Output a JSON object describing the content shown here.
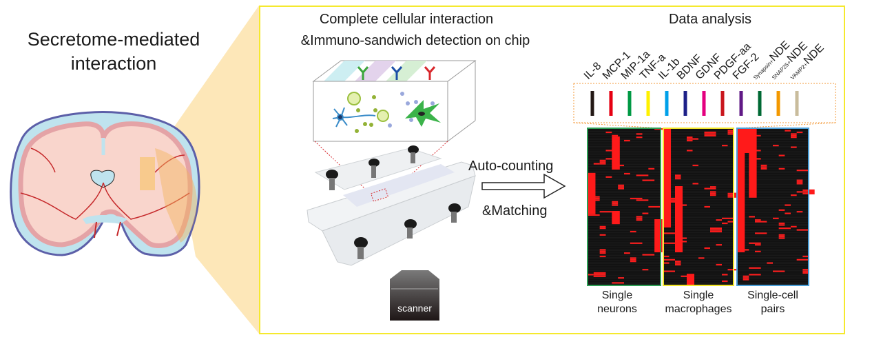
{
  "left": {
    "title_line1": "Secretome-mediated",
    "title_line2": "interaction"
  },
  "middle": {
    "heading_line1": "Complete cellular interaction",
    "heading_line2": "&Immuno-sandwich detection on chip",
    "scanner_label": "scanner",
    "arrow_label_top": "Auto-counting",
    "arrow_label_bottom": "&Matching"
  },
  "right": {
    "heading": "Data analysis",
    "markers": [
      {
        "label": "IL-8",
        "color": "#231815"
      },
      {
        "label": "MCP-1",
        "color": "#e60012"
      },
      {
        "label": "MIP-1a",
        "color": "#009944"
      },
      {
        "label": "TNF-a",
        "color": "#fff100"
      },
      {
        "label": "IL-1b",
        "color": "#00a0e9"
      },
      {
        "label": "BDNF",
        "color": "#1d2088"
      },
      {
        "label": "GDNF",
        "color": "#e4007f"
      },
      {
        "label": "PDGF-aa",
        "color": "#c9171e"
      },
      {
        "label": "FGF-2",
        "color": "#601986"
      },
      {
        "label": "Synapsin+NDE",
        "prefix": "Synapsin+",
        "suffix": "NDE",
        "color": "#006934"
      },
      {
        "label": "SNAP25+NDE",
        "prefix": "SNAP25+",
        "suffix": "NDE",
        "color": "#f39800"
      },
      {
        "label": "VAMP2+NDE",
        "prefix": "VAMP2+",
        "suffix": "NDE",
        "color": "#c9bc9c"
      }
    ],
    "panels": [
      {
        "label_line1": "Single",
        "label_line2": "neurons",
        "border": "#2e9e55"
      },
      {
        "label_line1": "Single",
        "label_line2": "macrophages",
        "border": "#f2e52a"
      },
      {
        "label_line1": "Single-cell",
        "label_line2": "pairs",
        "border": "#4a9fd8"
      }
    ]
  },
  "colors": {
    "frame": "#f5e92e",
    "cone": "#fde7b8",
    "heat_on": "#ff1a1a",
    "heat_off": "#111111"
  }
}
